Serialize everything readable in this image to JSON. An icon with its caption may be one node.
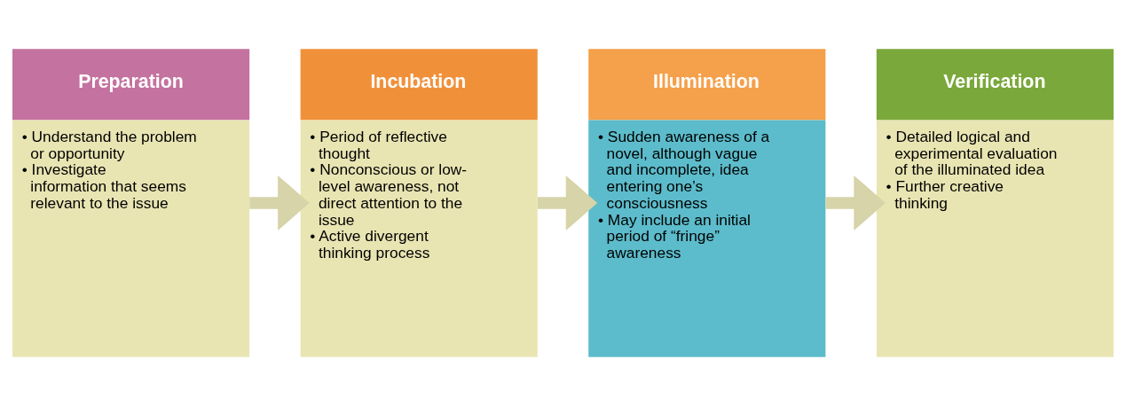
{
  "diagram": {
    "nodes": [
      {
        "text": [
          "Preparation",
          "• Understand the problem or opportunity",
          "• Investigate information that seems relevant to the issue"
        ]
      },
      {
        "text": [
          "Incubation",
          "• Period of reflective thought",
          "• Nonconscious or low-level awareness, not direct attention to the issue",
          "• Active divergent thinking process"
        ]
      },
      {
        "text": [
          "Illumination",
          "• Sudden awareness of a novel, although vague and incomplete, idea entering one’s consciousness",
          "• May include an initial period of “fringe” awareness"
        ]
      },
      {
        "text": [
          "Verification",
          "• Detailed logical and experimental evaluation of the illuminated idea",
          "• Further creative thinking"
        ]
      }
    ],
    "edges": [
      {
        "from": 0,
        "to": 1,
        "arrow": "to"
      },
      {
        "from": 1,
        "to": 2,
        "arrow": "to"
      },
      {
        "from": 2,
        "to": 3,
        "arrow": "to"
      }
    ]
  }
}
